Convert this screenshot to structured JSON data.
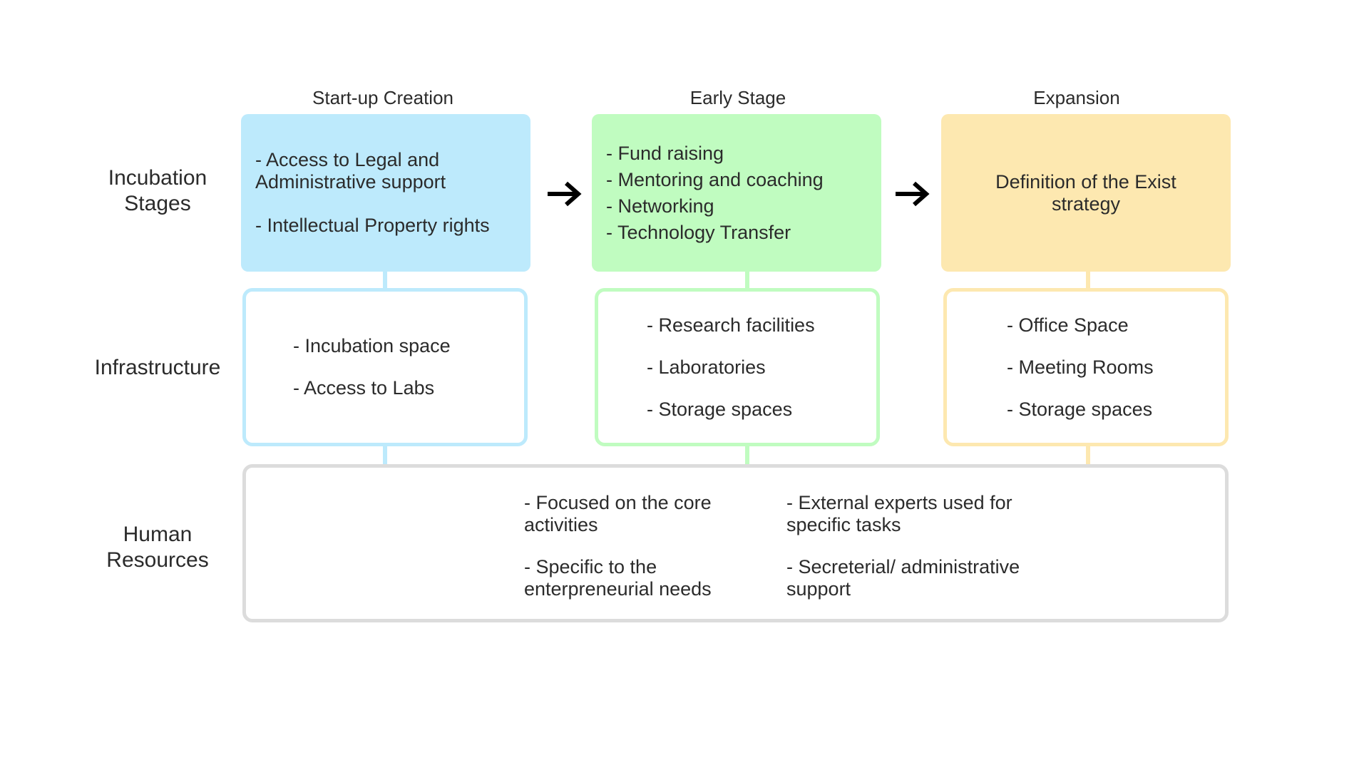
{
  "row_labels": {
    "stages": [
      "Incubation",
      "Stages"
    ],
    "infrastructure": "Infrastructure",
    "human_resources": [
      "Human",
      "Resources"
    ]
  },
  "stages": [
    {
      "title": "Start-up Creation",
      "color": "#bdeafc",
      "items": [
        "- Access to Legal and Administrative support",
        "- Intellectual Property rights"
      ]
    },
    {
      "title": "Early Stage",
      "color": "#c0fcc0",
      "items": [
        "- Fund raising",
        "- Mentoring and coaching",
        "- Networking",
        "- Technology Transfer"
      ]
    },
    {
      "title": "Expansion",
      "color": "#fde8b0",
      "items": [
        "Definition of the Exist strategy"
      ]
    }
  ],
  "infrastructure": [
    {
      "border_color": "#bdeafc",
      "items": [
        "- Incubation space",
        "- Access to Labs"
      ]
    },
    {
      "border_color": "#c0fcc0",
      "items": [
        "- Research facilities",
        "- Laboratories",
        "- Storage spaces"
      ]
    },
    {
      "border_color": "#fde8b0",
      "items": [
        "- Office Space",
        "- Meeting Rooms",
        "- Storage spaces"
      ]
    }
  ],
  "human_resources": {
    "border_color": "#dcdcdc",
    "columns": [
      [
        "- Focused on the core activities",
        "- Specific to the enterpreneurial needs"
      ],
      [
        "- External experts used for specific tasks",
        "- Secreterial/ administrative support"
      ]
    ]
  },
  "arrows": [
    "arrow-right",
    "arrow-right"
  ]
}
